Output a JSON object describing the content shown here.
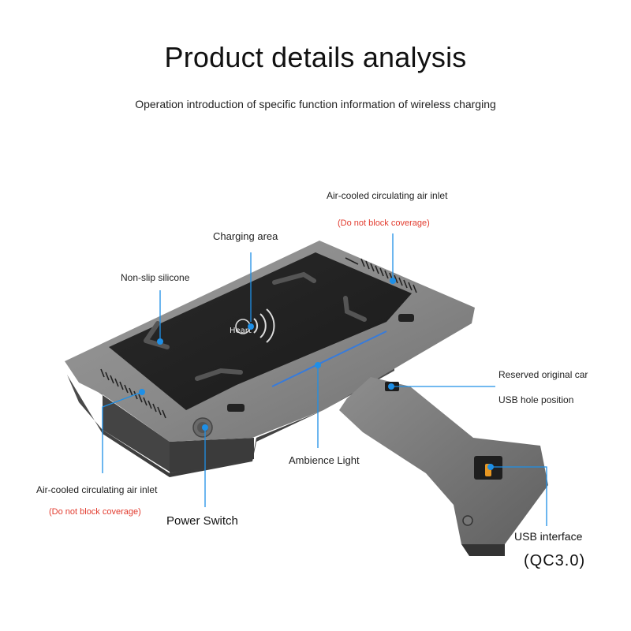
{
  "header": {
    "title": "Product details analysis",
    "subtitle": "Operation introduction of specific function information of wireless charging"
  },
  "callouts": {
    "air_inlet_top": "Air-cooled circulating air inlet",
    "air_inlet_top_note": "(Do not block coverage)",
    "charging_area": "Charging area",
    "non_slip": "Non-slip silicone",
    "reserved_usb_line1": "Reserved original car",
    "reserved_usb_line2": "USB hole position",
    "ambience_light": "Ambience Light",
    "air_inlet_bottom": "Air-cooled circulating air inlet",
    "air_inlet_bottom_note": "(Do not block coverage)",
    "power_switch": "Power Switch",
    "usb_interface": "USB interface",
    "usb_spec": "(QC3.0)"
  },
  "product": {
    "wordmark": "Heart"
  },
  "colors": {
    "callout_line": "#1e8fe6",
    "callout_dot": "#1e8fe6",
    "warning_text": "#e23b2e",
    "body_metal": "#7f7f7f",
    "charging_pad": "#222222",
    "ambience": "#2f7be5"
  },
  "icons": {
    "wireless": "wireless-signal-icon",
    "power": "power-button-icon",
    "usb": "usb-port-icon"
  }
}
